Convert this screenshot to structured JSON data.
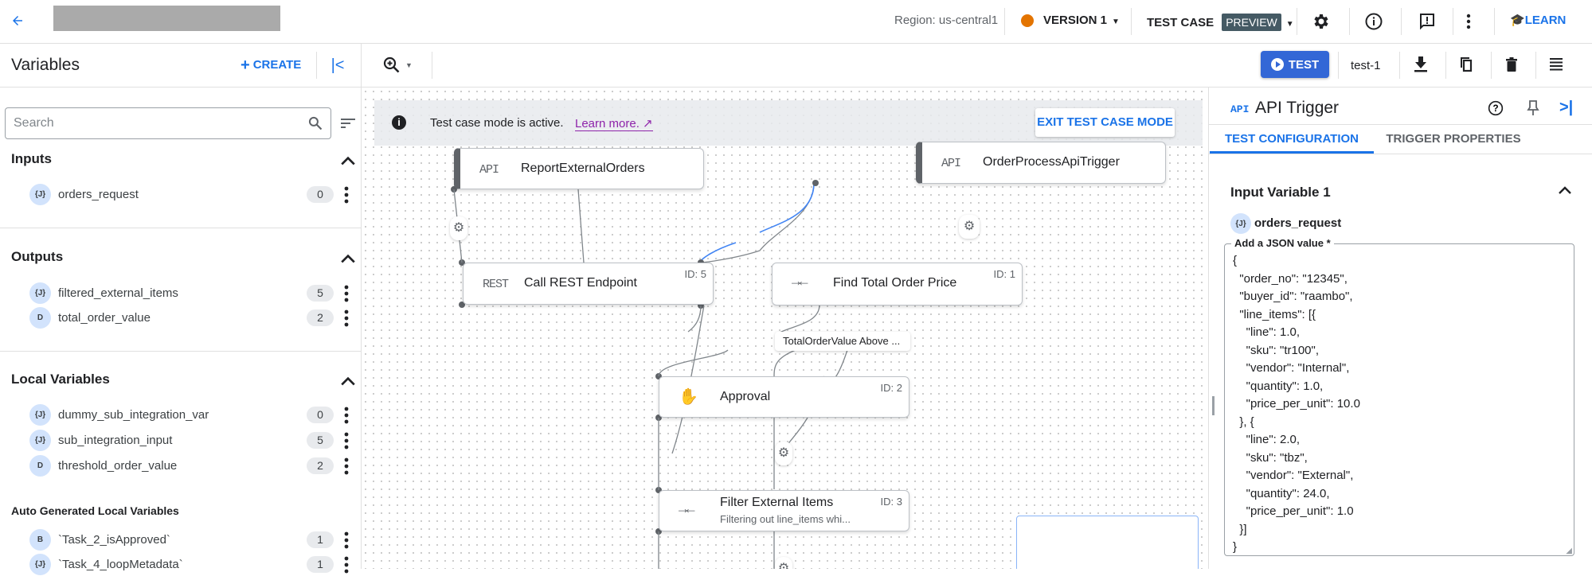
{
  "topbar": {
    "region": "Region: us-central1",
    "version": "VERSION 1",
    "version_color": "#e37400",
    "test_case": "TEST CASE",
    "preview_badge": "PREVIEW",
    "learn": "LEARN",
    "icons": [
      "back-arrow-icon",
      "settings-gear-icon",
      "info-icon",
      "feedback-icon",
      "more-vert-icon",
      "learn-school-icon"
    ]
  },
  "toolbar": {
    "variables_title": "Variables",
    "create": "CREATE",
    "test_button": "TEST",
    "test_case_name": "test-1",
    "accent": "#3367d6"
  },
  "sidebar": {
    "search_placeholder": "Search",
    "sections": [
      {
        "title": "Inputs",
        "items": [
          {
            "type": "{J}",
            "name": "orders_request",
            "count": "0"
          }
        ]
      },
      {
        "title": "Outputs",
        "items": [
          {
            "type": "{J}",
            "name": "filtered_external_items",
            "count": "5"
          },
          {
            "type": "D",
            "name": "total_order_value",
            "count": "2"
          }
        ]
      },
      {
        "title": "Local Variables",
        "items": [
          {
            "type": "{J}",
            "name": "dummy_sub_integration_var",
            "count": "0"
          },
          {
            "type": "{J}",
            "name": "sub_integration_input",
            "count": "5"
          },
          {
            "type": "D",
            "name": "threshold_order_value",
            "count": "2"
          }
        ]
      },
      {
        "title": "Auto Generated Local Variables",
        "items": [
          {
            "type": "B",
            "name": "`Task_2_isApproved`",
            "count": "1"
          },
          {
            "type": "{J}",
            "name": "`Task_4_loopMetadata`",
            "count": "1"
          }
        ]
      }
    ]
  },
  "canvas": {
    "banner_text": "Test case mode is active.",
    "banner_link": "Learn more.",
    "exit_button": "EXIT TEST CASE MODE",
    "nodes": [
      {
        "type": "API",
        "label": "ReportExternalOrders"
      },
      {
        "type": "API",
        "label": "OrderProcessApiTrigger"
      },
      {
        "type": "REST",
        "label": "Call REST Endpoint",
        "id": "ID: 5"
      },
      {
        "type": "mapping",
        "label": "Find Total Order Price",
        "id": "ID: 1"
      },
      {
        "type": "approval",
        "label": "Approval",
        "id": "ID: 2"
      },
      {
        "type": "mapping",
        "label": "Filter External Items",
        "sub": "Filtering out line_items whi...",
        "id": "ID: 3"
      }
    ],
    "edge_label": "TotalOrderValue Above ..."
  },
  "panel": {
    "type": "API",
    "title": "API Trigger",
    "tabs": [
      "TEST CONFIGURATION",
      "TRIGGER PROPERTIES"
    ],
    "active_tab": 0,
    "section": "Input Variable 1",
    "var_type": "{J}",
    "var_name": "orders_request",
    "json_label": "Add a JSON value *",
    "json_lines": [
      "{",
      "  \"order_no\": \"12345\",",
      "  \"buyer_id\": \"raambo\",",
      "  \"line_items\": [{",
      "    \"line\": 1.0,",
      "    \"sku\": \"tr100\",",
      "    \"vendor\": \"Internal\",",
      "    \"quantity\": 1.0,",
      "    \"price_per_unit\": 10.0",
      "  }, {",
      "    \"line\": 2.0,",
      "    \"sku\": \"tbz\",",
      "    \"vendor\": \"External\",",
      "    \"quantity\": 24.0,",
      "    \"price_per_unit\": 1.0",
      "  }]",
      "}"
    ]
  }
}
